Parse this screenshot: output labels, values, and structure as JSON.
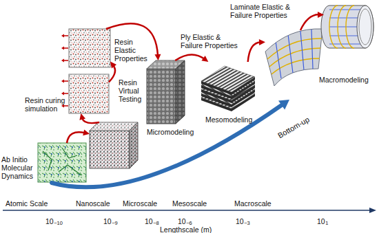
{
  "diagram": {
    "nodes": [
      {
        "text": [
          "Ab Initio Molecular Dynamics"
        ]
      },
      {
        "text": [
          "Resin curing simulation"
        ]
      },
      {
        "text": [
          "Resin Virtual Testing"
        ]
      },
      {
        "text": [
          "Resin Elastic Properties"
        ]
      },
      {
        "text": [
          "Micromodeling"
        ]
      },
      {
        "text": [
          "Mesomodeling"
        ]
      },
      {
        "text": [
          "Macromodeling"
        ]
      }
    ],
    "edges": [
      {
        "from": 0,
        "to": 1,
        "arrow": "to"
      },
      {
        "from": 1,
        "to": 2,
        "arrow": "to"
      },
      {
        "from": 2,
        "to": 3,
        "arrow": "to"
      },
      {
        "from": 3,
        "to": 4,
        "arrow": "to"
      },
      {
        "from": 4,
        "to": 5,
        "label": "Ply Elastic & Failure Properties",
        "arrow": "to"
      },
      {
        "from": 5,
        "to": 6,
        "label": "Laminate Elastic & Failure Properties",
        "arrow": "to"
      }
    ],
    "labels": [
      "Bottom-up",
      "Atomic Scale",
      "Nanoscale",
      "Microscale",
      "Mesoscale",
      "Macroscale",
      "10",
      "−10",
      "10",
      "−9",
      "10",
      "−8",
      "10",
      "−6",
      "10",
      "−3",
      "10",
      "1",
      "Lengthscale (m)"
    ]
  }
}
